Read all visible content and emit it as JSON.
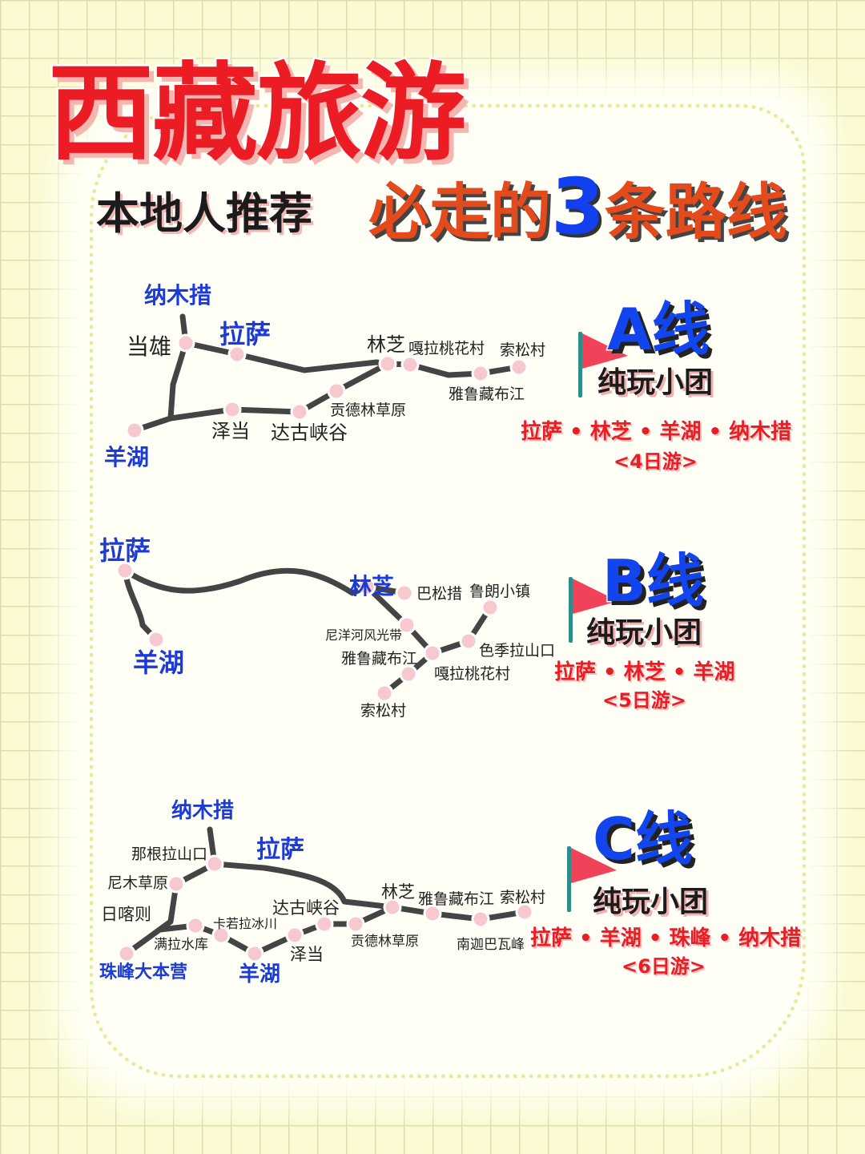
{
  "title": "西藏旅游",
  "subtitle": {
    "left": "本地人推荐",
    "right_pre": "必走的",
    "number": "3",
    "right_post": "条路线"
  },
  "routes": [
    {
      "name": "A线",
      "type": "纯玩小团",
      "stops": "拉萨 • 林芝 • 羊湖 • 纳木措",
      "days": "<4日游>",
      "places": {
        "namucuo": "纳木措",
        "dangxiong": "当雄",
        "lasa": "拉萨",
        "linzhi": "林芝",
        "galataohua": "嘎拉桃花村",
        "suosong": "索松村",
        "yarlung": "雅鲁藏布江",
        "gongdelin": "贡德林草原",
        "dagu": "达古峡谷",
        "zedang": "泽当",
        "yanghu": "羊湖"
      }
    },
    {
      "name": "B线",
      "type": "纯玩小团",
      "stops": "拉萨 • 林芝 • 羊湖",
      "days": "<5日游>",
      "places": {
        "lasa": "拉萨",
        "yanghu": "羊湖",
        "linzhi": "林芝",
        "basongcuo": "巴松措",
        "lulang": "鲁朗小镇",
        "niyang": "尼洋河风光带",
        "sejila": "色季拉山口",
        "yarlung": "雅鲁藏布江",
        "galataohua": "嘎拉桃花村",
        "suosong": "索松村"
      }
    },
    {
      "name": "C线",
      "type": "纯玩小团",
      "stops": "拉萨 • 羊湖 • 珠峰 • 纳木措",
      "days": "<6日游>",
      "places": {
        "namucuo": "纳木措",
        "nagenla": "那根拉山口",
        "lasa": "拉萨",
        "nimu": "尼木草原",
        "rikaze": "日喀则",
        "dagu": "达古峡谷",
        "linzhi": "林芝",
        "yarlung": "雅鲁藏布江",
        "suosong": "索松村",
        "kairuo": "卡若拉冰川",
        "manla": "满拉水库",
        "zedang": "泽当",
        "gongdelin": "贡德林草原",
        "nanjiabawa": "南迦巴瓦峰",
        "zhufeng": "珠峰大本营",
        "yanghu": "羊湖"
      }
    }
  ],
  "colors": {
    "title_red": "#ec1c24",
    "blue": "#1c3bd6",
    "orange": "#e34b1c",
    "stop_red": "#e81e25",
    "node_pink": "#f7c9cf",
    "route_line": "#444444",
    "flag_red": "#f0435a",
    "flag_pole": "#2a8f8a"
  }
}
